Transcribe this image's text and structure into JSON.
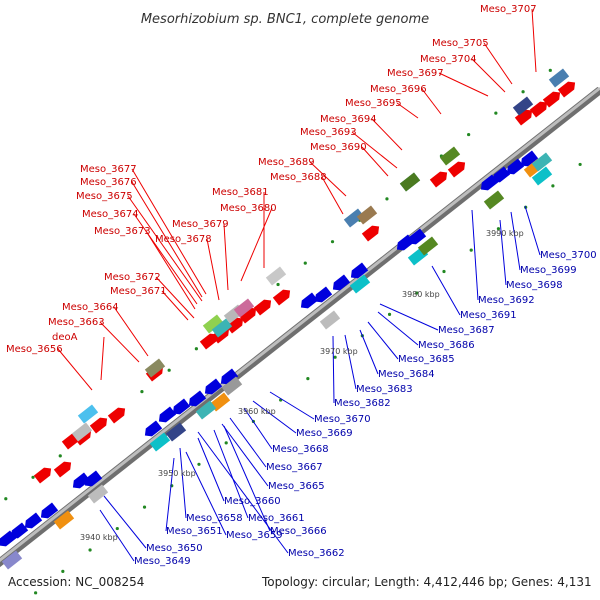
{
  "title": "Mesorhizobium sp. BNC1, complete genome",
  "accession": "Accession: NC_008254",
  "topology": "Topology: circular; Length: 4,412,446 bp; Genes: 4,131",
  "colors": {
    "forward": "#ee0000",
    "reverse": "#0000dd",
    "backbone": "#888888"
  },
  "scale_labels": [
    "3940 kbp",
    "3950 kbp",
    "3960 kbp",
    "3970 kbp",
    "3980 kbp",
    "3990 kbp"
  ],
  "forward_labels": [
    "Meso_3707",
    "Meso_3705",
    "Meso_3704",
    "Meso_3697",
    "Meso_3696",
    "Meso_3695",
    "Meso_3694",
    "Meso_3693",
    "Meso_3690",
    "Meso_3689",
    "Meso_3688",
    "Meso_3681",
    "Meso_3680",
    "Meso_3679",
    "Meso_3678",
    "Meso_3677",
    "Meso_3676",
    "Meso_3675",
    "Meso_3674",
    "Meso_3673",
    "Meso_3672",
    "Meso_3671",
    "Meso_3664",
    "Meso_3663",
    "deoA",
    "Meso_3656"
  ],
  "reverse_labels": [
    "Meso_3700",
    "Meso_3699",
    "Meso_3698",
    "Meso_3692",
    "Meso_3691",
    "Meso_3687",
    "Meso_3686",
    "Meso_3685",
    "Meso_3684",
    "Meso_3683",
    "Meso_3682",
    "Meso_3670",
    "Meso_3669",
    "Meso_3668",
    "Meso_3667",
    "Meso_3665",
    "Meso_3660",
    "Meso_3661",
    "Meso_3658",
    "Meso_3666",
    "Meso_3651",
    "Meso_3659",
    "Meso_3650",
    "Meso_3662",
    "Meso_3649"
  ]
}
